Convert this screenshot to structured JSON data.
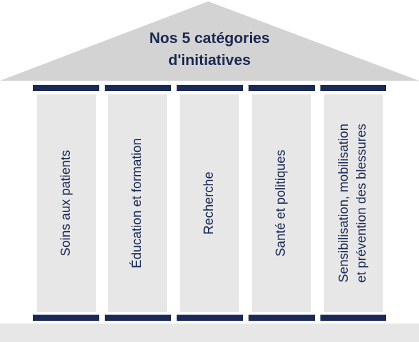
{
  "title": {
    "line1": "Nos 5 catégories",
    "line2": "d'initiatives"
  },
  "pillars": [
    {
      "line1": "Soins aux patients",
      "line2": ""
    },
    {
      "line1": "Éducation et formation",
      "line2": ""
    },
    {
      "line1": "Recherche",
      "line2": ""
    },
    {
      "line1": "Santé et politiques",
      "line2": ""
    },
    {
      "line1": "Sensibilisation, mobilisation",
      "line2": "et prévention des blessures"
    }
  ],
  "colors": {
    "navy": "#1b2a55",
    "roof": "#d3d3d3",
    "column": "#e7e7e7"
  }
}
